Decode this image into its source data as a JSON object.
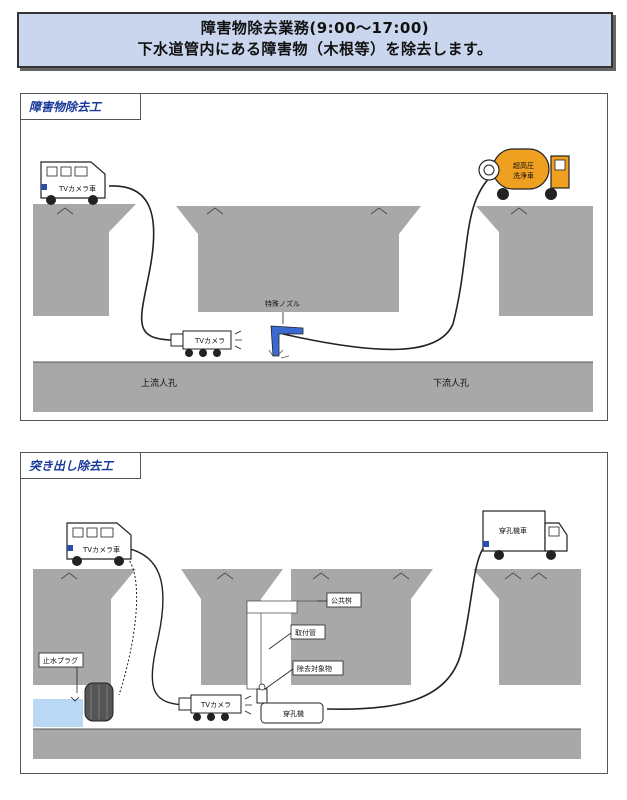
{
  "header": {
    "line1": "障害物除去業務(9:00〜17:00)",
    "line2": "下水道管内にある障害物（木根等）を除去します。"
  },
  "panel1": {
    "title": "障害物除去工",
    "tv_truck_label": "TVカメラ車",
    "tank_truck_label_1": "超高圧",
    "tank_truck_label_2": "洗浄車",
    "nozzle_label": "特殊ノズル",
    "camera_label": "TVカメラ",
    "upstream_label": "上流人孔",
    "downstream_label": "下流人孔"
  },
  "panel2": {
    "title": "突き出し除去工",
    "tv_truck_label": "TVカメラ車",
    "drill_truck_label": "穿孔機車",
    "public_basin_label": "公共桝",
    "attached_pipe_label": "取付管",
    "target_label": "除去対象物",
    "plug_label": "止水プラグ",
    "camera_label": "TVカメラ",
    "drill_label": "穿孔機"
  },
  "colors": {
    "header_bg": "#c9d6ee",
    "ground": "#a8a8a8",
    "title_text": "#1a3a9a",
    "tank_orange": "#f0a020",
    "nozzle_blue": "#3a6ad0",
    "water_blue": "#b8d8f4"
  }
}
